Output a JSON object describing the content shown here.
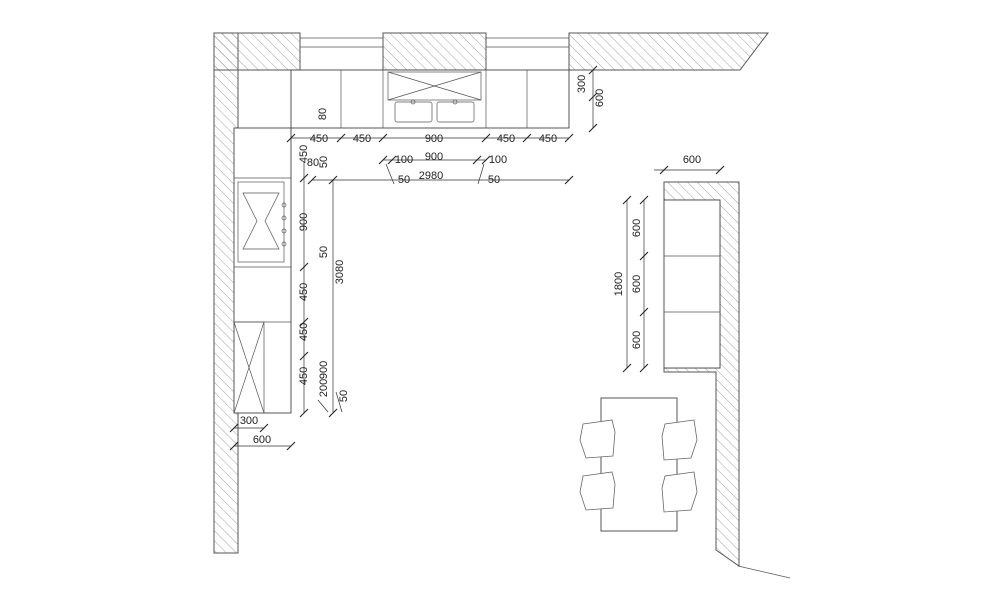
{
  "drawing": {
    "kind": "kitchen-floor-plan",
    "top_run": {
      "depth_labels": [
        "300",
        "600"
      ],
      "overhang_labels": [
        "80"
      ],
      "module_labels": [
        "450",
        "450",
        "900",
        "450",
        "450"
      ],
      "sink_module_labels": [
        "100",
        "900",
        "100"
      ],
      "sink_offset_labels": [
        "50",
        "50"
      ],
      "total_length_label": "2980"
    },
    "left_run": {
      "corner_labels": [
        "450",
        "80",
        "50"
      ],
      "hob_labels": [
        "900",
        "50"
      ],
      "module_labels": [
        "450",
        "450",
        "450"
      ],
      "tall_unit_labels": [
        "900",
        "200",
        "50"
      ],
      "total_length_label": "3080",
      "depth_labels": [
        "300",
        "600"
      ]
    },
    "sofa": {
      "depth_label": "600",
      "section_labels": [
        "600",
        "600",
        "600"
      ],
      "total_length_label": "1800"
    },
    "dining": {
      "chair_count": 4
    },
    "colors": {
      "line": "#444444",
      "hatch": "#8a8a8a",
      "background": "#ffffff"
    }
  }
}
